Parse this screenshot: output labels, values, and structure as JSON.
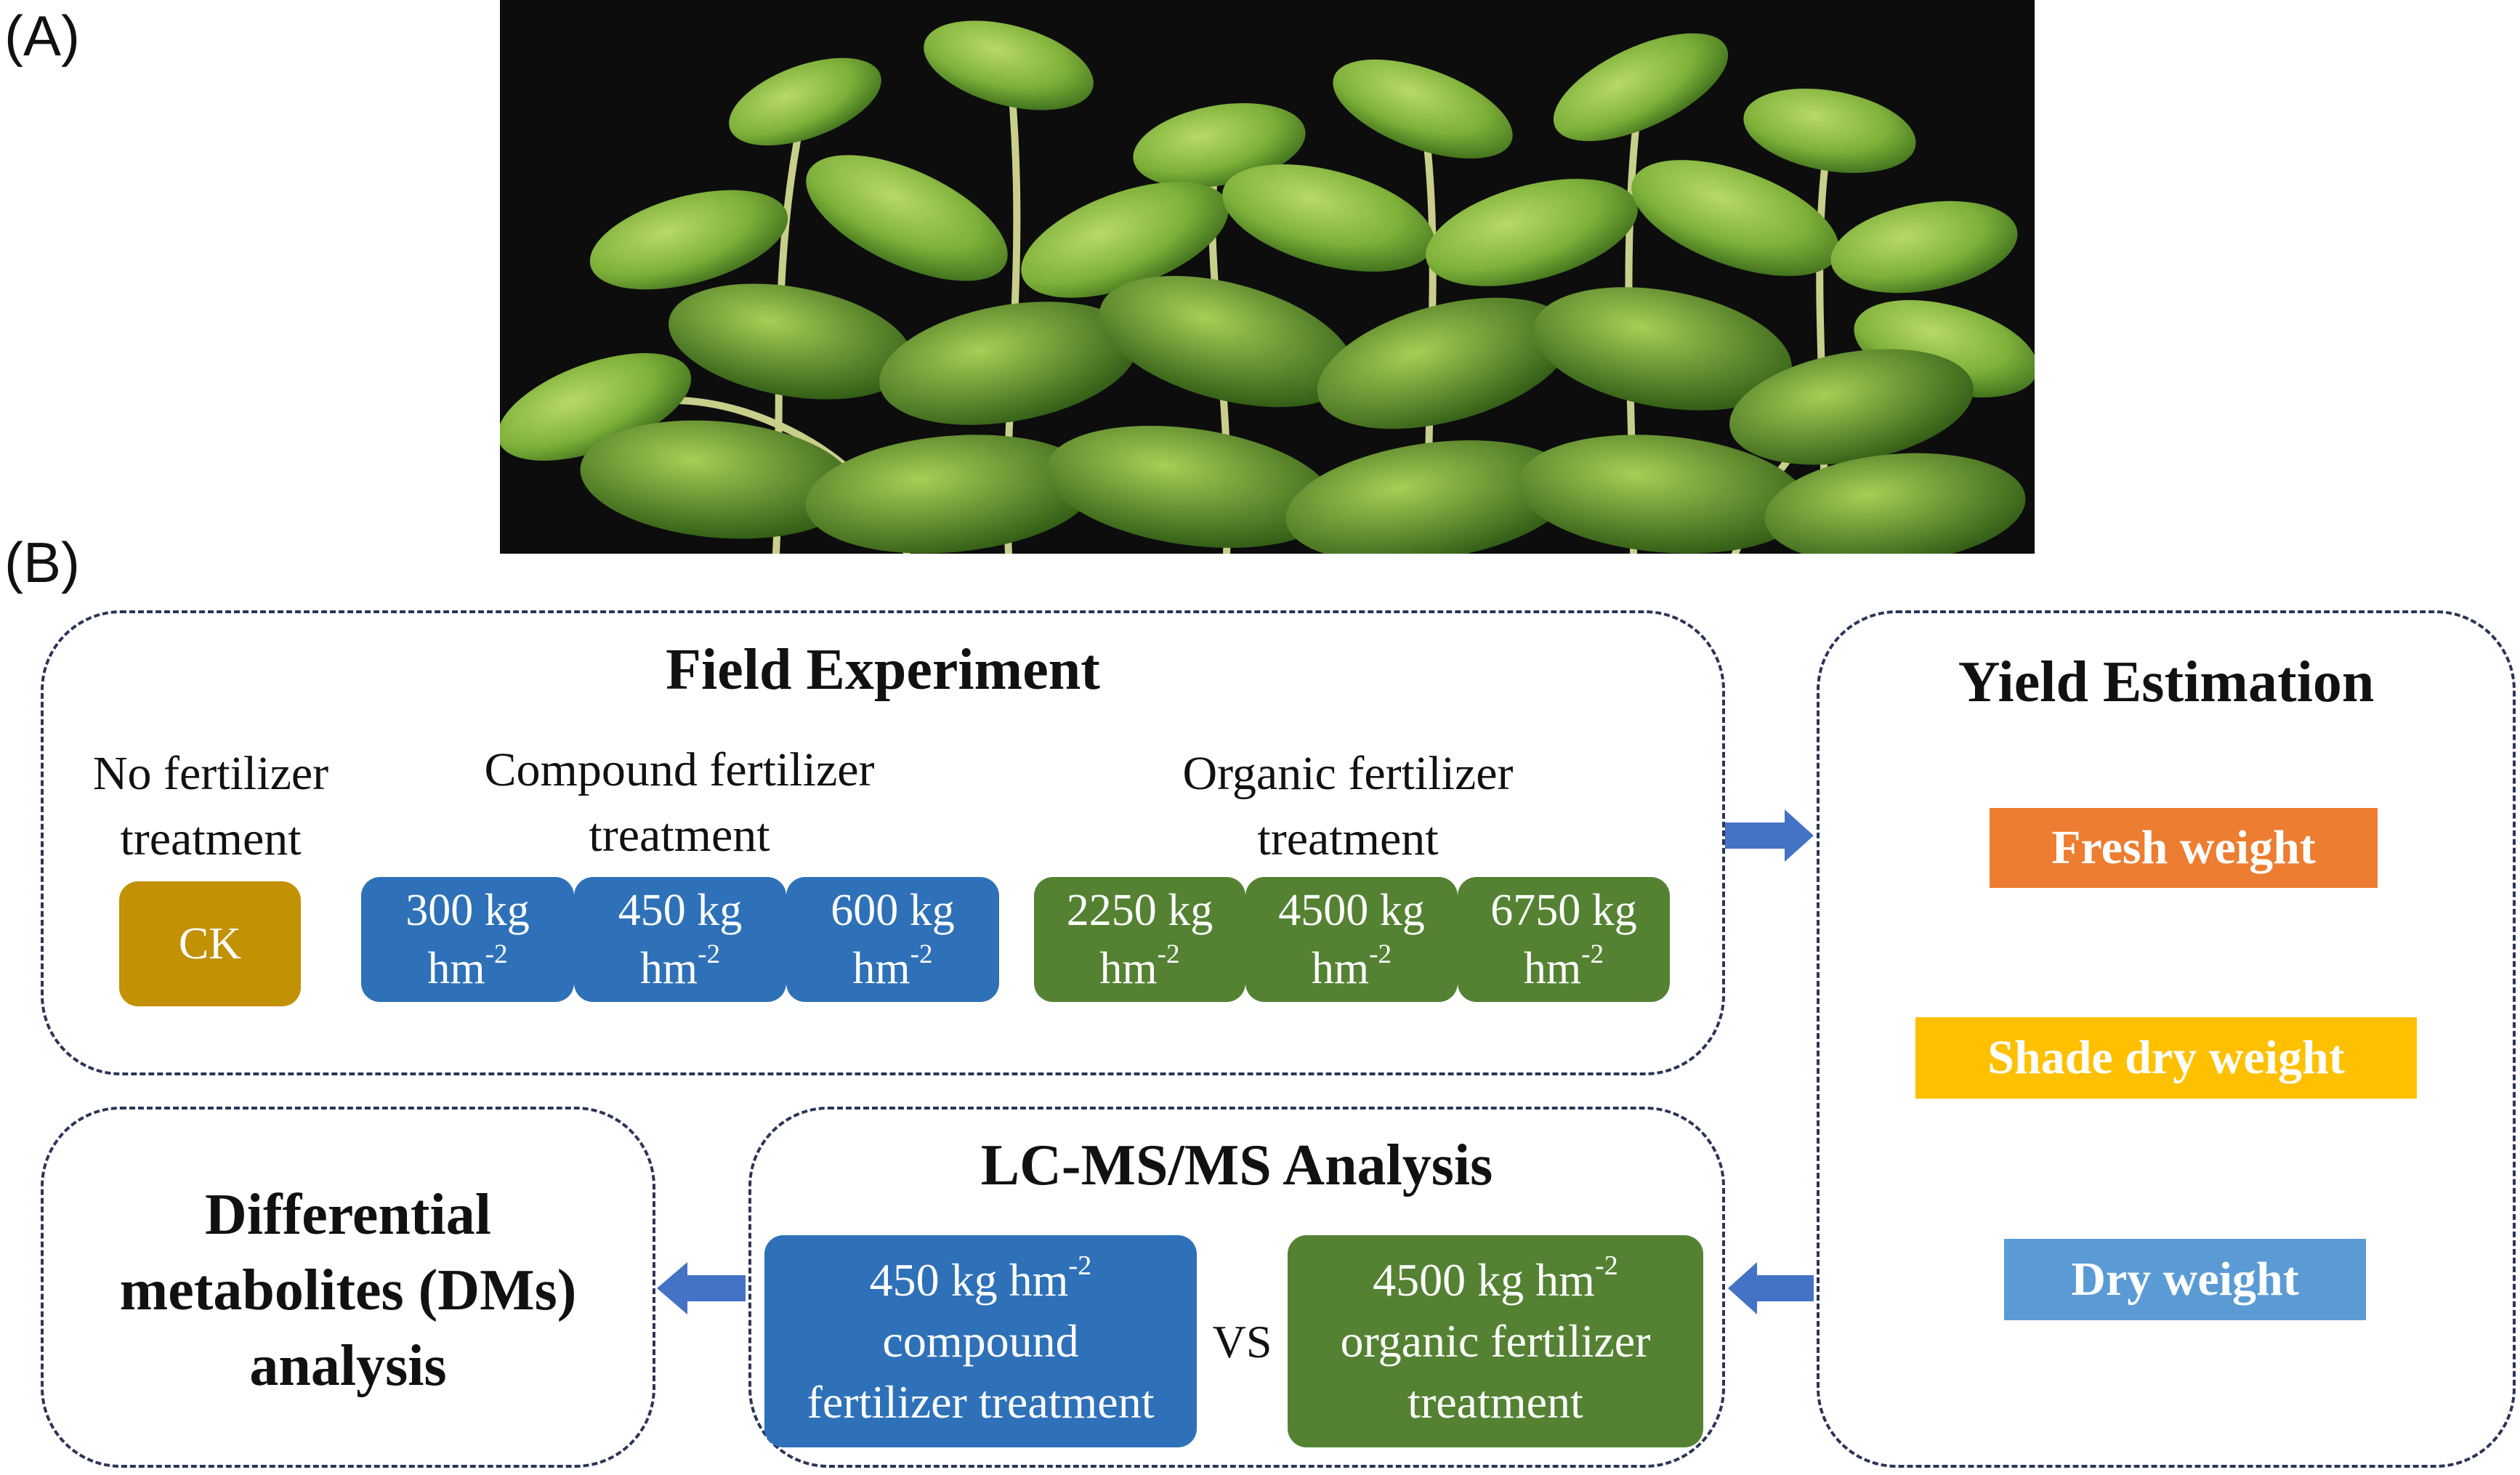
{
  "panels": {
    "a": "(A)",
    "b": "(B)"
  },
  "field": {
    "title": "Field Experiment",
    "groups": [
      {
        "label_l1": "No fertilizer",
        "label_l2": "treatment"
      },
      {
        "label_l1": "Compound fertilizer",
        "label_l2": "treatment"
      },
      {
        "label_l1": "Organic fertilizer",
        "label_l2": "treatment"
      }
    ],
    "ck": "CK",
    "compound": [
      {
        "amount": "300 kg",
        "unit": "hm",
        "exp": "-2"
      },
      {
        "amount": "450 kg",
        "unit": "hm",
        "exp": "-2"
      },
      {
        "amount": "600 kg",
        "unit": "hm",
        "exp": "-2"
      }
    ],
    "organic": [
      {
        "amount": "2250 kg",
        "unit": "hm",
        "exp": "-2"
      },
      {
        "amount": "4500 kg",
        "unit": "hm",
        "exp": "-2"
      },
      {
        "amount": "6750 kg",
        "unit": "hm",
        "exp": "-2"
      }
    ]
  },
  "yield": {
    "title": "Yield Estimation",
    "items": [
      {
        "label": "Fresh weight",
        "color": "#ed7d31"
      },
      {
        "label": "Shade dry weight",
        "color": "#ffc000"
      },
      {
        "label": "Dry weight",
        "color": "#5b9bd5"
      }
    ]
  },
  "lcms": {
    "title": "LC-MS/MS Analysis",
    "left": {
      "l1": "450 kg hm",
      "exp": "-2",
      "l2": "compound",
      "l3": "fertilizer treatment"
    },
    "vs": "VS",
    "right": {
      "l1": "4500 kg hm",
      "exp": "-2",
      "l2": "organic fertilizer",
      "l3": "treatment"
    }
  },
  "dms": {
    "l1": "Differential",
    "l2": "metabolites (DMs)",
    "l3": "analysis"
  },
  "colors": {
    "arrow": "#4472c4",
    "border": "#2b3557",
    "blue": "#2e71b8",
    "green": "#548232",
    "gold": "#c29104"
  }
}
